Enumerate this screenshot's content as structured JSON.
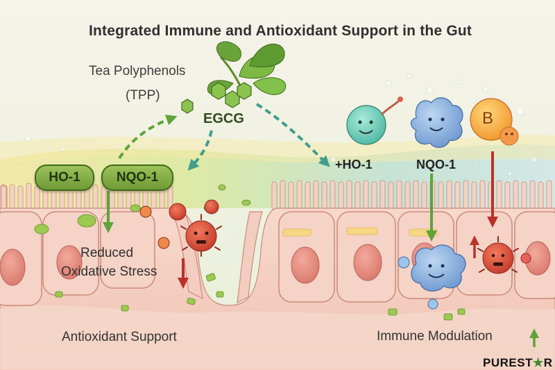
{
  "header": {
    "title": "Integrated Immune and Antioxidant Support in the Gut"
  },
  "source": {
    "line1": "Tea Polyphenols",
    "line2": "(TPP)",
    "compound": "EGCG"
  },
  "left_panel": {
    "pill_1": "HO-1",
    "pill_2": "NQO-1",
    "result_line1": "Reduced",
    "result_line2": "Oxidative Stress",
    "footer": "Antioxidant Support"
  },
  "right_panel": {
    "label_ho1": "+HO-1",
    "label_nqo1": "NQO-1",
    "badge_b": "B",
    "footer": "Immune Modulation",
    "footer_arrow": "↑"
  },
  "brand": {
    "prefix": "PUREST",
    "star": "★",
    "suffix": "R"
  },
  "colors": {
    "green_arrow": "#5fa33a",
    "red_arrow": "#b8322a",
    "teal_arrow": "#3f9e8c",
    "pill_fill": "#8cb54a",
    "tissue": "#f1c6b8",
    "cell_outline": "#c98a7c"
  }
}
